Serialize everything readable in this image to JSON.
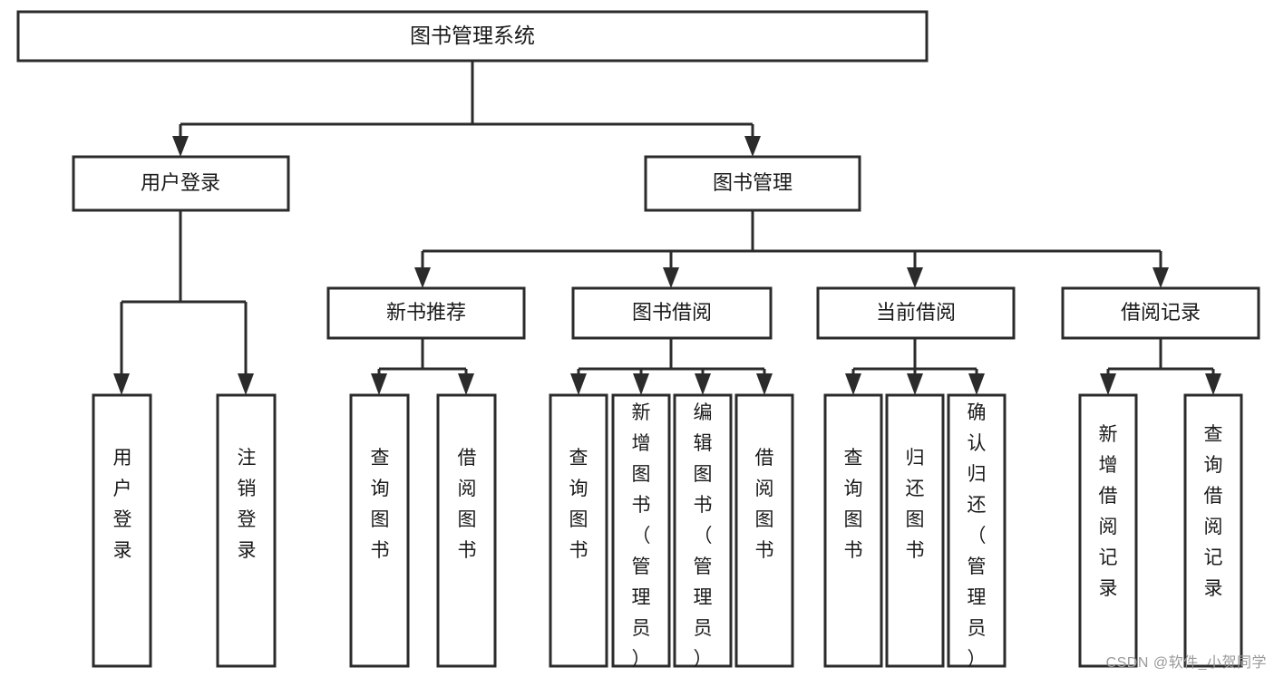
{
  "diagram": {
    "type": "tree",
    "title": "图书管理系统",
    "root": {
      "id": "root",
      "label": "图书管理系统",
      "orientation": "horizontal"
    },
    "level1": [
      {
        "id": "user-login",
        "label": "用户登录",
        "orientation": "horizontal"
      },
      {
        "id": "book-manage",
        "label": "图书管理",
        "orientation": "horizontal"
      }
    ],
    "level2": [
      {
        "id": "new-book-recommend",
        "label": "新书推荐",
        "orientation": "horizontal",
        "parent": "book-manage"
      },
      {
        "id": "book-borrow",
        "label": "图书借阅",
        "orientation": "horizontal",
        "parent": "book-manage"
      },
      {
        "id": "current-borrow",
        "label": "当前借阅",
        "orientation": "horizontal",
        "parent": "book-manage"
      },
      {
        "id": "borrow-record",
        "label": "借阅记录",
        "orientation": "horizontal",
        "parent": "book-manage"
      }
    ],
    "leaves": [
      {
        "id": "leaf-user-login",
        "label": "用户登录",
        "orientation": "vertical",
        "parent": "user-login"
      },
      {
        "id": "leaf-user-logout",
        "label": "注销登录",
        "orientation": "vertical",
        "parent": "user-login"
      },
      {
        "id": "leaf-query-book-1",
        "label": "查询图书",
        "orientation": "vertical",
        "parent": "new-book-recommend"
      },
      {
        "id": "leaf-borrow-book-1",
        "label": "借阅图书",
        "orientation": "vertical",
        "parent": "new-book-recommend"
      },
      {
        "id": "leaf-query-book-2",
        "label": "查询图书",
        "orientation": "vertical",
        "parent": "book-borrow"
      },
      {
        "id": "leaf-add-book",
        "label": "新增图书（管理员）",
        "orientation": "vertical",
        "parent": "book-borrow"
      },
      {
        "id": "leaf-edit-book",
        "label": "编辑图书（管理员）",
        "orientation": "vertical",
        "parent": "book-borrow"
      },
      {
        "id": "leaf-borrow-book-2",
        "label": "借阅图书",
        "orientation": "vertical",
        "parent": "book-borrow"
      },
      {
        "id": "leaf-query-book-3",
        "label": "查询图书",
        "orientation": "vertical",
        "parent": "current-borrow"
      },
      {
        "id": "leaf-return-book",
        "label": "归还图书",
        "orientation": "vertical",
        "parent": "current-borrow"
      },
      {
        "id": "leaf-confirm-return",
        "label": "确认归还（管理员）",
        "orientation": "vertical",
        "parent": "current-borrow"
      },
      {
        "id": "leaf-add-record",
        "label": "新增借阅记录",
        "orientation": "vertical",
        "parent": "borrow-record"
      },
      {
        "id": "leaf-query-record",
        "label": "查询借阅记录",
        "orientation": "vertical",
        "parent": "borrow-record"
      }
    ],
    "colors": {
      "stroke": "#2b2b2b",
      "fill": "#ffffff",
      "text": "#1a1a1a",
      "watermark": "#9a9a9a"
    }
  },
  "watermark": {
    "text": "CSDN @软件_小贺同学"
  }
}
